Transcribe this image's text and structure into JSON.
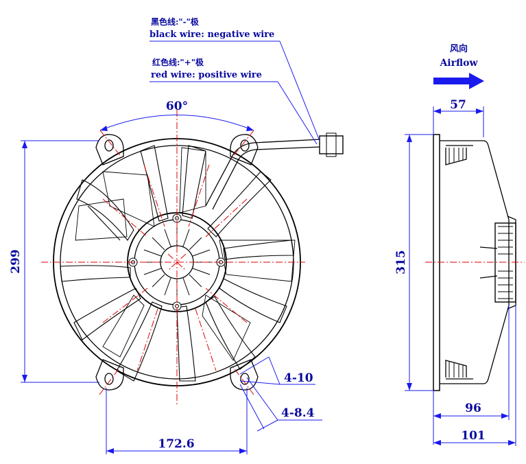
{
  "wire_labels": {
    "black_cn": "黑色线:\"-\"极",
    "black_en": "black wire: negative wire",
    "red_cn": "红色线:\"+\"极",
    "red_en": "red wire: positive wire"
  },
  "airflow": {
    "cn": "风向",
    "en": "Airflow"
  },
  "dimensions": {
    "angle": "60°",
    "height_front": "299",
    "hole_spacing": "172.6",
    "holes_a": "4-10",
    "holes_b": "4-8.4",
    "side_top": "57",
    "height_side": "315",
    "side_96": "96",
    "side_101": "101"
  },
  "colors": {
    "dimension": "#1a1aee",
    "centerline": "#e00000",
    "outline": "#000000",
    "text": "#0a0aa0"
  }
}
